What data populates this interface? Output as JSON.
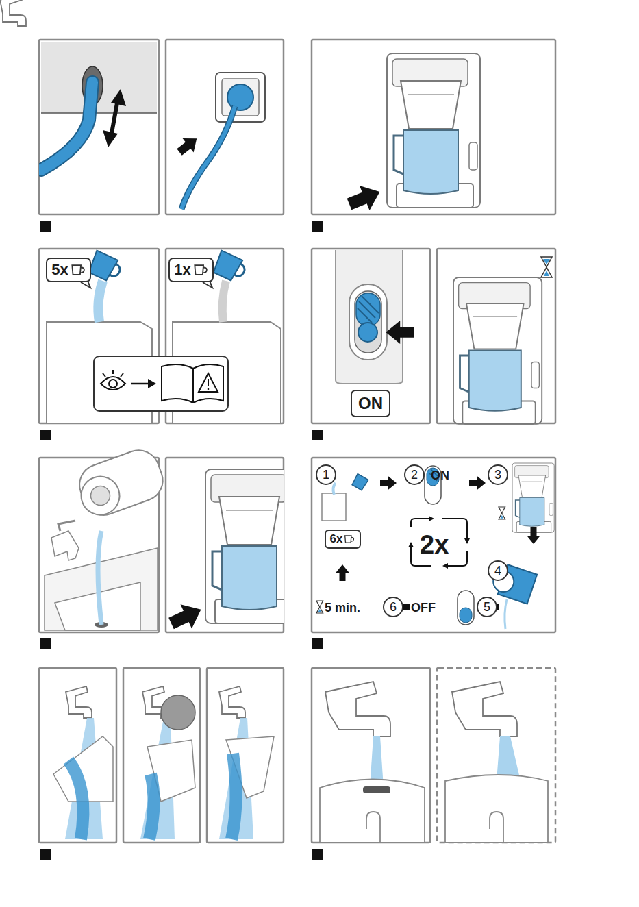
{
  "diagram": {
    "nodes": [
      {
        "text": [
          "5x"
        ]
      },
      {
        "text": [
          "1x"
        ]
      },
      {
        "text": [
          "ON"
        ]
      },
      {
        "text": [
          "1"
        ]
      },
      {
        "text": [
          "2"
        ]
      },
      {
        "text": [
          "3"
        ]
      },
      {
        "text": [
          "4"
        ]
      },
      {
        "text": [
          "5"
        ]
      },
      {
        "text": [
          "6"
        ]
      },
      {
        "text": [
          "6x"
        ]
      }
    ],
    "labels": [
      "ON",
      "2x",
      "OFF",
      "5 min."
    ]
  }
}
